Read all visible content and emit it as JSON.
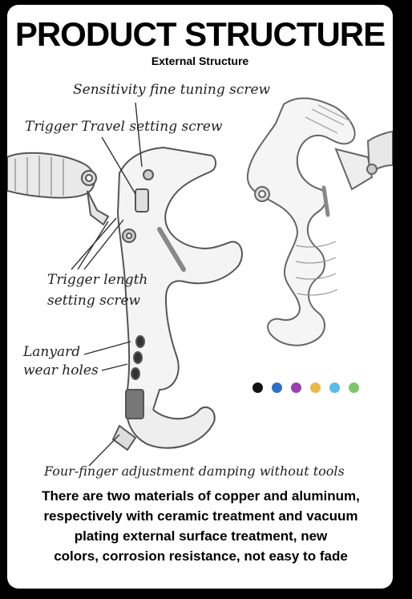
{
  "header": {
    "title": "PRODUCT STRUCTURE",
    "subtitle": "External Structure"
  },
  "labels": {
    "sensitivity": "Sensitivity fine tuning screw",
    "trigger_travel": "Trigger Travel setting screw",
    "trigger_length_1": "Trigger length",
    "trigger_length_2": "setting screw",
    "lanyard_1": "Lanyard",
    "lanyard_2": "wear holes",
    "four_finger": "Four-finger adjustment damping without tools"
  },
  "description": {
    "lines": [
      "There are two materials of copper and aluminum,",
      "respectively with ceramic treatment and vacuum",
      "plating external surface treatment, new",
      "colors, corrosion resistance, not easy to fade"
    ]
  },
  "color_options": [
    "#111111",
    "#2f6fc0",
    "#9a3fae",
    "#e8b94a",
    "#5bbbe6",
    "#7fc46a"
  ],
  "colors": {
    "background": "#000000",
    "card": "#ffffff",
    "text": "#000000"
  }
}
